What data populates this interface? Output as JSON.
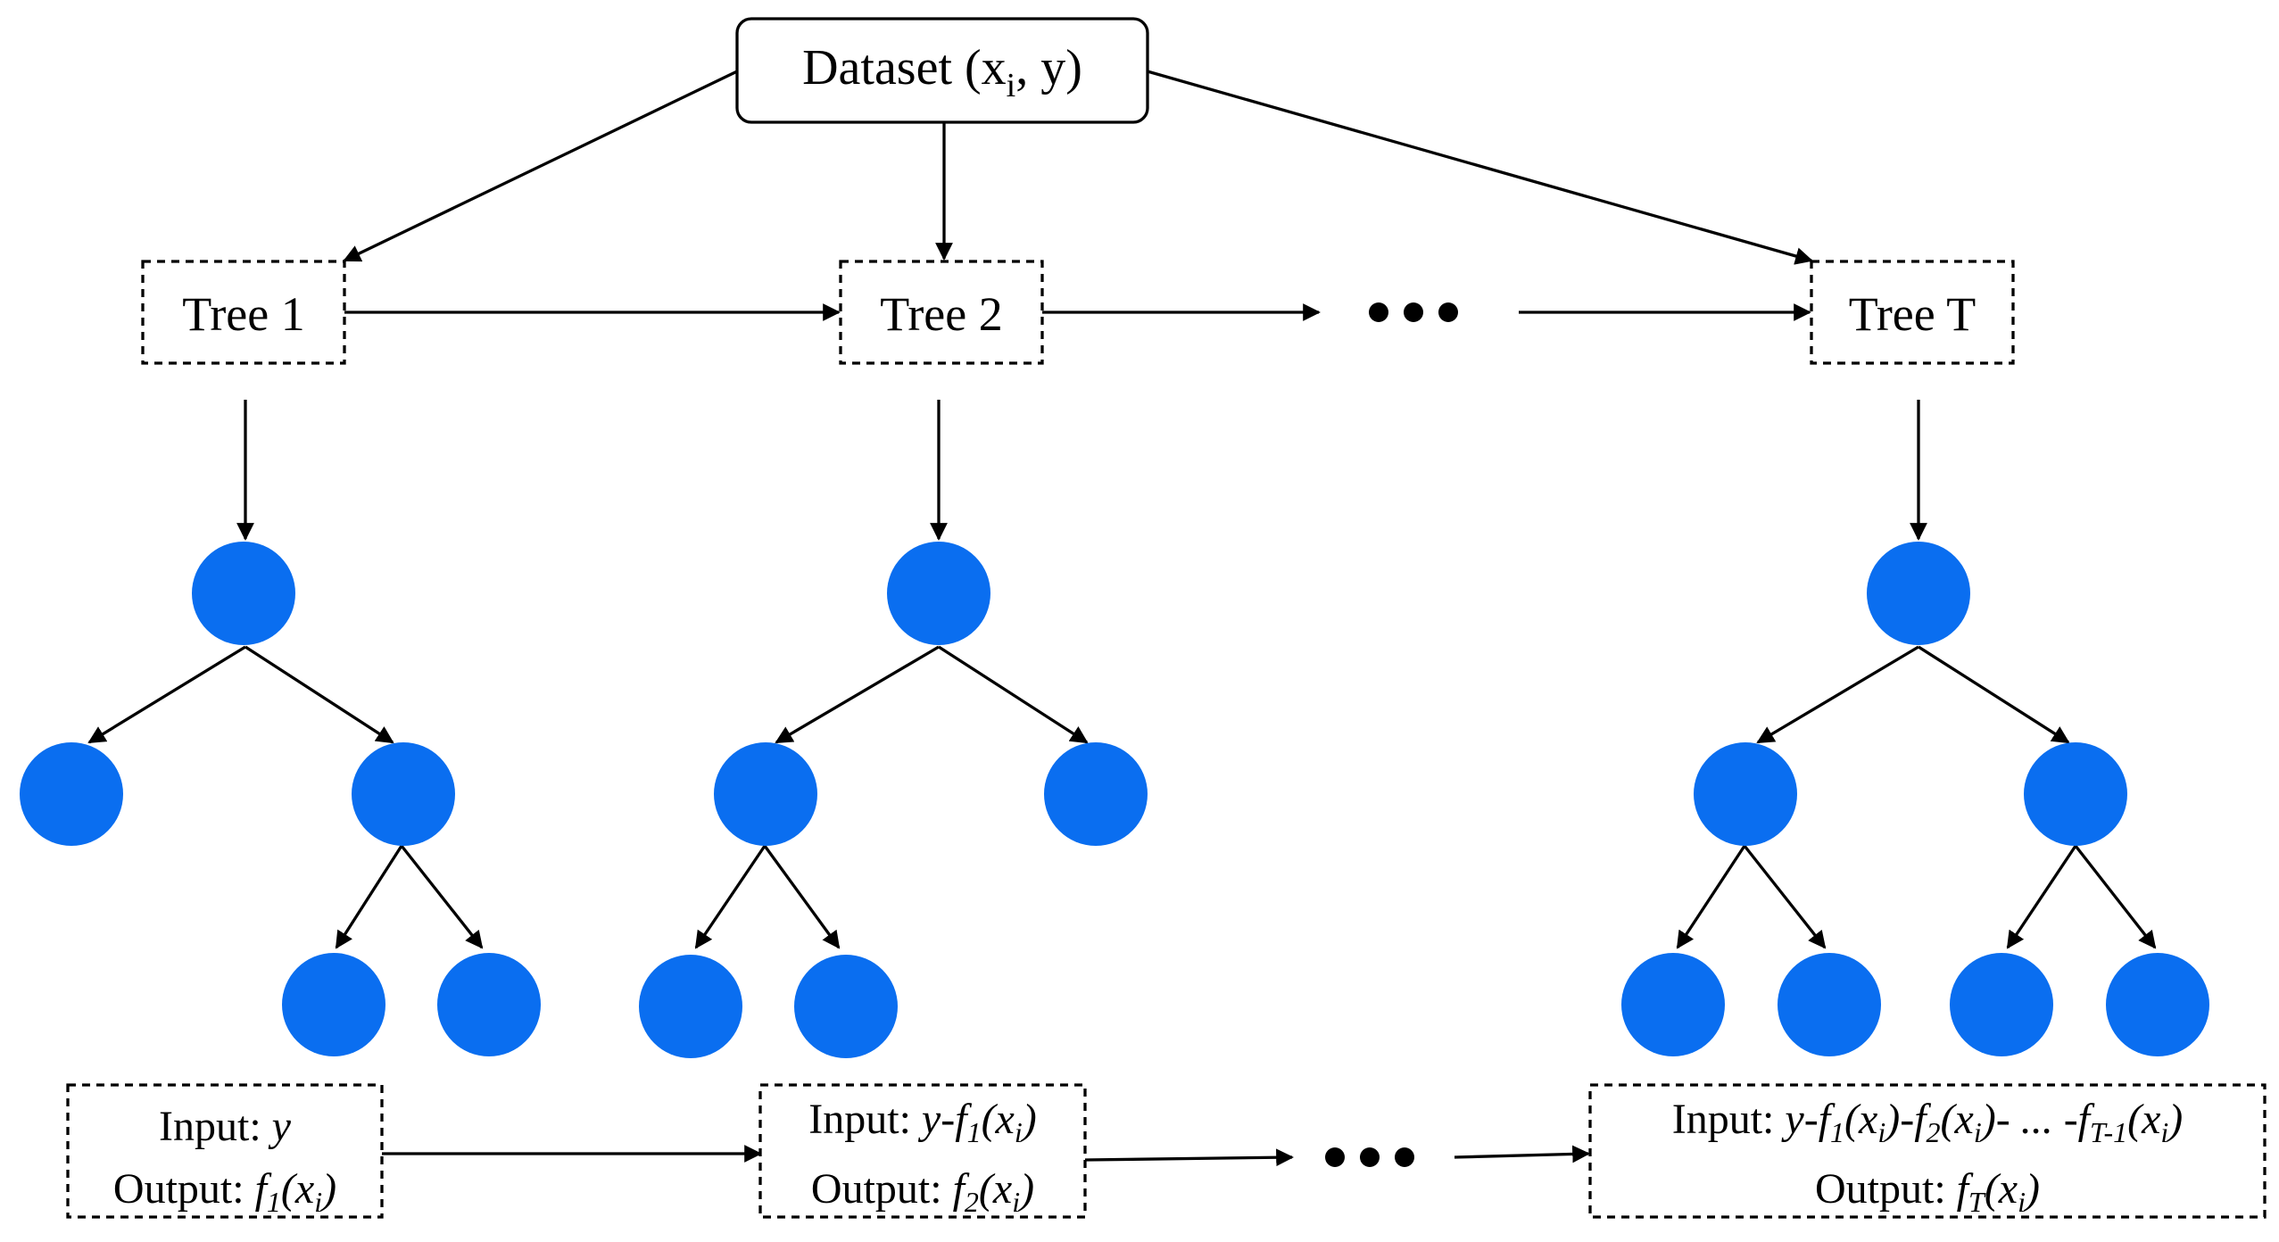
{
  "dataset": {
    "prefix": "Dataset (x",
    "sub": "i",
    "suffix": ", y)"
  },
  "trees": [
    {
      "label": "Tree 1"
    },
    {
      "label": "Tree 2"
    },
    {
      "label": "Tree T"
    }
  ],
  "ellipsis": "•••",
  "io": {
    "tree1": {
      "input_label": "Input: ",
      "input_expr": "y",
      "output_label": "Output: ",
      "output_f": "f",
      "output_sub": "1",
      "output_arg": "(x",
      "output_arg_sub": "i",
      "output_close": ")"
    },
    "tree2": {
      "input_label": "Input: ",
      "input_y": "y-",
      "input_f": "f",
      "input_sub": "1",
      "input_arg": "(x",
      "input_arg_sub": "i",
      "input_close": ")",
      "output_label": "Output: ",
      "output_f": "f",
      "output_sub": "2",
      "output_arg": "(x",
      "output_arg_sub": "i",
      "output_close": ")"
    },
    "treeT": {
      "input_label": "Input: ",
      "t1_pre": "y-",
      "t1_f": "f",
      "t1_sub": "1",
      "t1_arg": "(x",
      "t1_arg_sub": "i",
      "t1_close": ")",
      "t2_pre": "-",
      "t2_f": "f",
      "t2_sub": "2",
      "t2_arg": "(x",
      "t2_arg_sub": "i",
      "t2_close": ")",
      "mid": "- ... -",
      "t3_f": "f",
      "t3_sub": "T-1",
      "t3_arg": "(x",
      "t3_arg_sub": "i",
      "t3_close": ")",
      "output_label": "Output: ",
      "output_f": "f",
      "output_sub": "T",
      "output_arg": "(x",
      "output_arg_sub": "i",
      "output_close": ")"
    }
  },
  "colors": {
    "node": "#0a6ef0",
    "line": "#000000"
  }
}
